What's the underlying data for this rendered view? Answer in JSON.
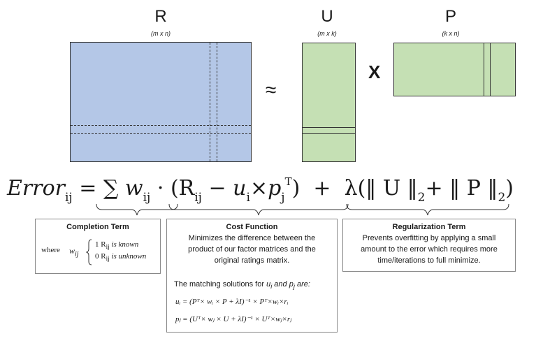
{
  "matrices": {
    "r": {
      "label": "R",
      "dim": "(m x n)"
    },
    "u": {
      "label": "U",
      "dim": "(m x k)"
    },
    "p": {
      "label": "P",
      "dim": "(k x n)"
    }
  },
  "operators": {
    "approx": "≈",
    "times": "X"
  },
  "colors": {
    "r_fill": "#b4c7e7",
    "u_p_fill": "#c5e0b4"
  },
  "equation": {
    "error": "Error",
    "error_sub": "ij",
    "equals": "=",
    "sum": "∑",
    "w": "w",
    "w_sub": "ij",
    "dot": "·",
    "open": "(R",
    "r_sub": "ij",
    "minus": " − u",
    "u_sub": "i",
    "times_p": "×p",
    "p_sub": "j",
    "p_sup": "T",
    "close": ")",
    "plus": "+",
    "lambda": "λ(‖ U ‖",
    "norm_sub": "2",
    "plus2": "+ ‖ P ‖",
    "norm_sub2": "2",
    "close2": ")"
  },
  "completion": {
    "title": "Completion Term",
    "where": "where",
    "w": "w",
    "w_sub": "ij",
    "line1": "1 R",
    "line1_sub": "ij",
    "line1_rest": " is known",
    "line2": "0 R",
    "line2_sub": "ij",
    "line2_rest": " is unknown"
  },
  "cost": {
    "title": "Cost Function",
    "line1": "Minimizes the difference between the",
    "line2": "product of our factor matrices and the",
    "line3": "original ratings matrix.",
    "solutions_prefix": "The matching solutions for ",
    "solutions_u": "u",
    "solutions_u_sub": "i",
    "solutions_and": " and p",
    "solutions_p_sub": "j",
    "solutions_suffix": " are:",
    "formula_u": "uᵢ = (Pᵀ× wᵢ × P + λI)⁻¹ × Pᵀ×wᵢ×rᵢ",
    "formula_p": "pⱼ = (Uᵀ× wⱼ × U + λI)⁻¹ × Uᵀ×wⱼ×rⱼ"
  },
  "regularization": {
    "title": "Regularization Term",
    "line1": "Prevents overfitting by applying a small",
    "line2": "amount to the error which requires more",
    "line3": "time/iterations to full minimize."
  }
}
